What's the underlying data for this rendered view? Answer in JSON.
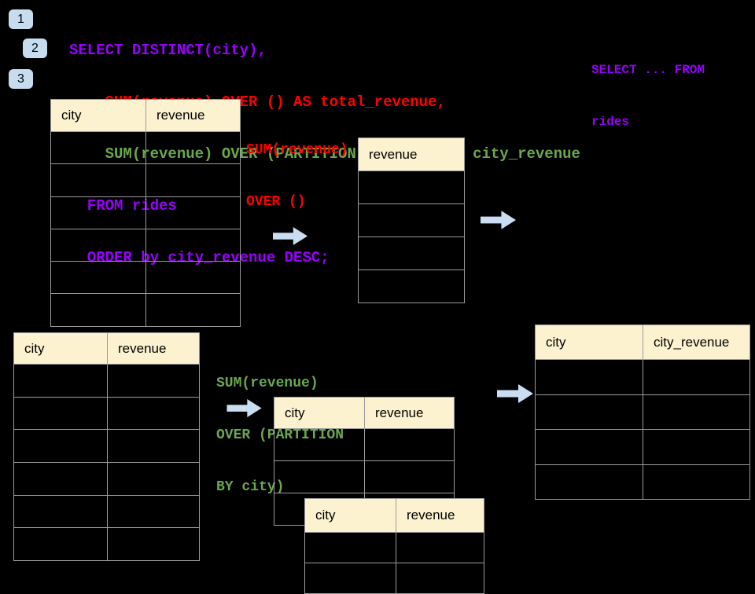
{
  "colors": {
    "background": "#000000",
    "sql_purple": "#9900FF",
    "sql_red": "#FF0000",
    "sql_green": "#6AA84F",
    "table_header_fill": "#FCF2CF",
    "table_border": "#9C9C9C",
    "arrow_fill": "#CBDDF2",
    "badge_fill": "#C8DCF0"
  },
  "badges": {
    "step1": "1",
    "step2": "2",
    "step3": "3"
  },
  "sql": {
    "lines": [
      {
        "text": "SELECT DISTINCT(city),",
        "color": "#9900FF"
      },
      {
        "text": "    SUM(revenue) OVER () AS total_revenue,",
        "color": "#FF0000"
      },
      {
        "text": "    SUM(revenue) OVER (PARTITION BY city) as city_revenue",
        "color": "#6AA84F"
      },
      {
        "text": "  FROM rides",
        "color": "#9900FF"
      },
      {
        "text": "  ORDER by city_revenue DESC;",
        "color": "#9900FF"
      }
    ]
  },
  "notes": {
    "select_from": {
      "color": "#9900FF",
      "lines": [
        "SELECT ... FROM",
        "rides"
      ]
    },
    "total": {
      "color": "#FF0000",
      "lines": [
        "SUM(revenue)",
        "OVER ()"
      ]
    },
    "partition": {
      "color": "#6AA84F",
      "lines": [
        "SUM(revenue)",
        "OVER (PARTITION",
        "BY city)"
      ]
    }
  },
  "tables": {
    "source_top": {
      "columns": [
        "city",
        "revenue"
      ],
      "row_count": 6
    },
    "revenue_result": {
      "columns": [
        "revenue"
      ],
      "row_count": 4
    },
    "source_bottom": {
      "columns": [
        "city",
        "revenue"
      ],
      "row_count": 6
    },
    "partition_mid": {
      "columns": [
        "city",
        "revenue"
      ],
      "row_count": 3
    },
    "partition_overlay": {
      "columns": [
        "city",
        "revenue"
      ],
      "row_count": 2
    },
    "city_revenue_result": {
      "columns": [
        "city",
        "city_revenue"
      ],
      "row_count": 4
    }
  },
  "icons": {
    "arrow": "arrow-right-icon"
  }
}
